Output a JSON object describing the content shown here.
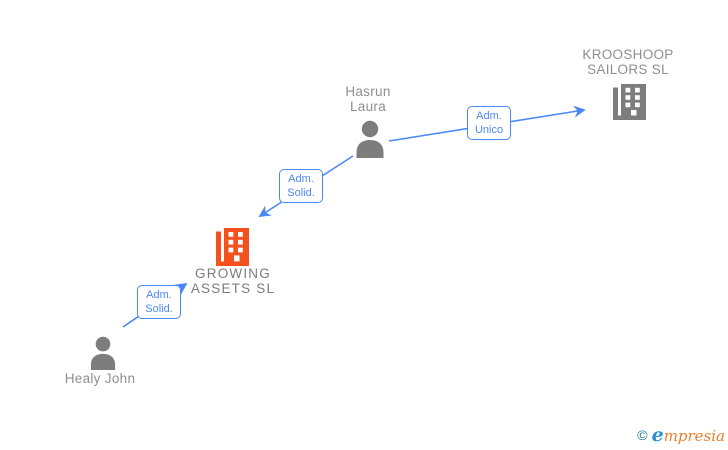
{
  "diagram": {
    "type": "corporate-relationship-graph",
    "colors": {
      "edge_blue": "#4a89f4",
      "icon_gray": "#7d7d7d",
      "label_gray": "#8f8f8f",
      "focus_company_orange": "#f4511e",
      "brand_teal": "#1b6f8e",
      "brand_blue": "#2b8fd0",
      "brand_orange": "#ee7d2a"
    },
    "nodes": {
      "hasrun": {
        "type": "person",
        "line1": "Hasrun",
        "line2": "Laura"
      },
      "krooshoop": {
        "type": "company",
        "line1": "KROOSHOOP",
        "line2": "SAILORS SL"
      },
      "growing": {
        "type": "company",
        "focus": true,
        "line1": "GROWING",
        "line2": "ASSETS SL"
      },
      "healy": {
        "type": "person",
        "line1": "Healy John"
      }
    },
    "edges": [
      {
        "from": "hasrun",
        "to": "krooshoop",
        "label_line1": "Adm.",
        "label_line2": "Unico"
      },
      {
        "from": "hasrun",
        "to": "growing",
        "label_line1": "Adm.",
        "label_line2": "Solid."
      },
      {
        "from": "healy",
        "to": "growing",
        "label_line1": "Adm.",
        "label_line2": "Solid."
      }
    ]
  },
  "footer": {
    "copyright_symbol": "©",
    "brand_initial": "e",
    "brand_rest": "mpresia"
  }
}
